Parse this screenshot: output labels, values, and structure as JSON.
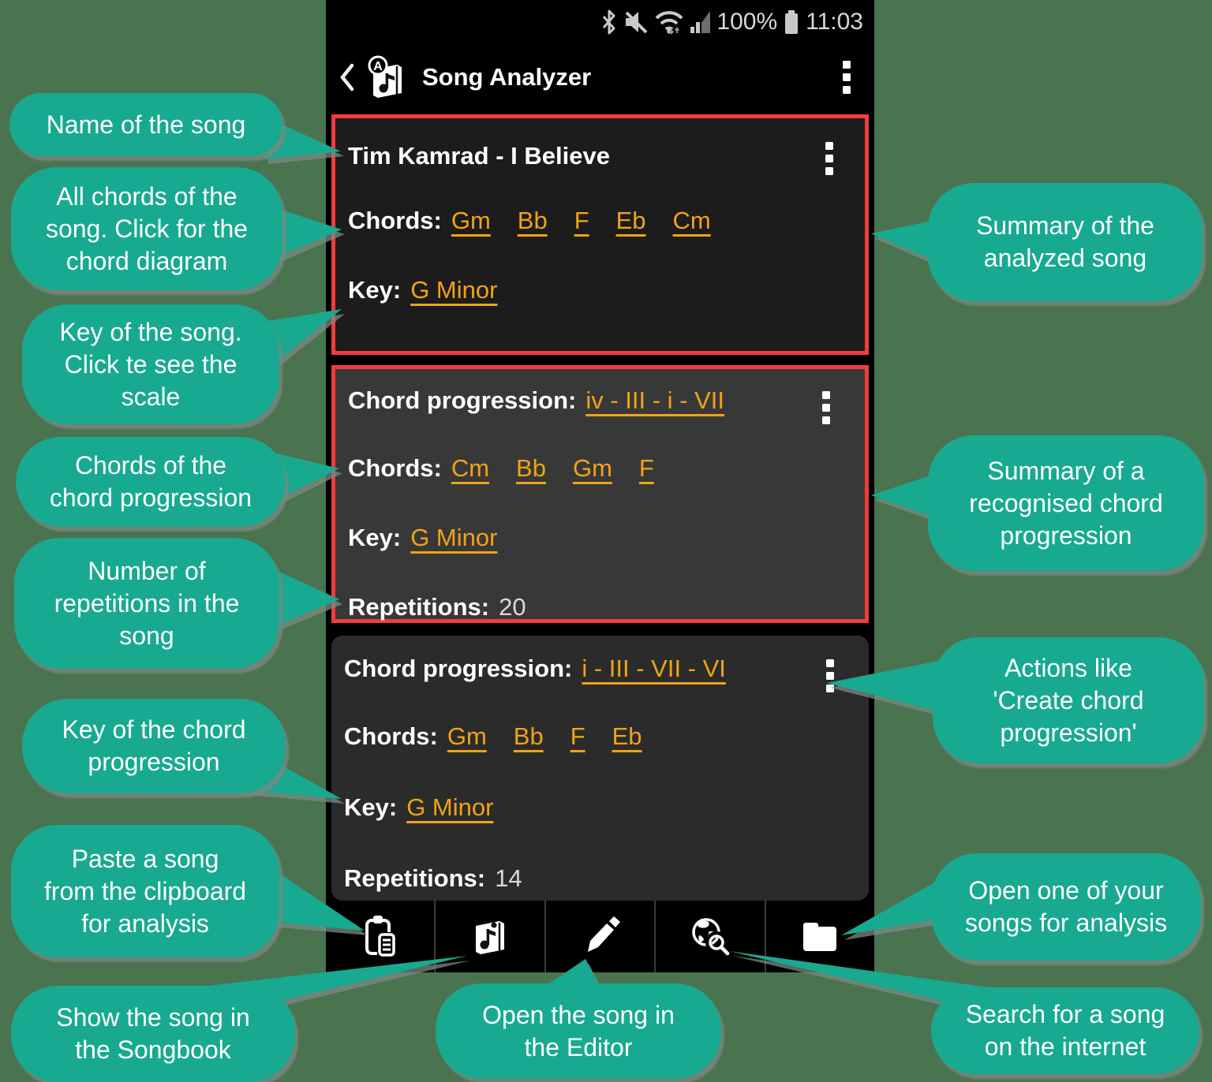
{
  "colors": {
    "background": "#4A734F",
    "callout": "#17AA90",
    "card_border": "#F23C3C",
    "link": "#F0A317"
  },
  "phone": {
    "status_bar": {
      "battery_percent": "100%",
      "time": "11:03"
    },
    "header": {
      "title": "Song Analyzer"
    },
    "cards": [
      {
        "title": "Tim Kamrad - I Believe",
        "chords_label": "Chords:",
        "chords": [
          "Gm",
          "Bb",
          "F",
          "Eb",
          "Cm"
        ],
        "key_label": "Key:",
        "key": "G Minor"
      },
      {
        "progression_label": "Chord progression:",
        "progression": "iv - III - i - VII",
        "chords_label": "Chords:",
        "chords": [
          "Cm",
          "Bb",
          "Gm",
          "F"
        ],
        "key_label": "Key:",
        "key": "G Minor",
        "repetitions_label": "Repetitions:",
        "repetitions": "20"
      },
      {
        "progression_label": "Chord progression:",
        "progression": "i - III - VII - VI",
        "chords_label": "Chords:",
        "chords": [
          "Gm",
          "Bb",
          "F",
          "Eb"
        ],
        "key_label": "Key:",
        "key": "G Minor",
        "repetitions_label": "Repetitions:",
        "repetitions": "14"
      }
    ]
  },
  "callouts": {
    "left": [
      {
        "text": "Name of the song"
      },
      {
        "text": "All chords of the\nsong. Click for the\nchord diagram"
      },
      {
        "text": "Key of the song.\nClick te see the\nscale"
      },
      {
        "text": "Chords of the\nchord progression"
      },
      {
        "text": "Number of\nrepetitions in the\nsong"
      },
      {
        "text": "Key of the chord\nprogression"
      },
      {
        "text": "Paste a song\nfrom the clipboard\nfor analysis"
      },
      {
        "text": "Show the song in\nthe Songbook"
      }
    ],
    "right": [
      {
        "text": "Summary of the\nanalyzed song"
      },
      {
        "text": "Summary of a\nrecognised chord\nprogression"
      },
      {
        "text": "Actions like\n'Create chord\nprogression'"
      },
      {
        "text": "Open one of your\nsongs for analysis"
      },
      {
        "text": "Search for a song\non the internet"
      }
    ],
    "bottom": [
      {
        "text": "Open the song in\nthe Editor"
      }
    ]
  }
}
